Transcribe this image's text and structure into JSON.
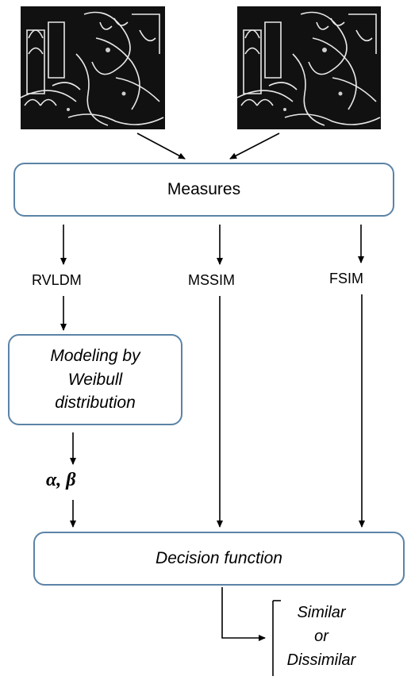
{
  "nodes": {
    "measures": "Measures",
    "modeling_lines": [
      "Modeling by",
      "Weibull",
      "distribution"
    ],
    "decision": "Decision function"
  },
  "labels": {
    "rvldm": "RVLDM",
    "mssim": "MSSIM",
    "fsim": "FSIM",
    "params": "α, β"
  },
  "outcome": {
    "similar": "Similar",
    "or": "or",
    "dissimilar": "Dissimilar"
  },
  "images": {
    "left_icon": "engraved-image",
    "right_icon": "engraved-image"
  },
  "colors": {
    "box_border": "#5b83a6",
    "arrow": "#000000",
    "image_bg": "#111111"
  }
}
